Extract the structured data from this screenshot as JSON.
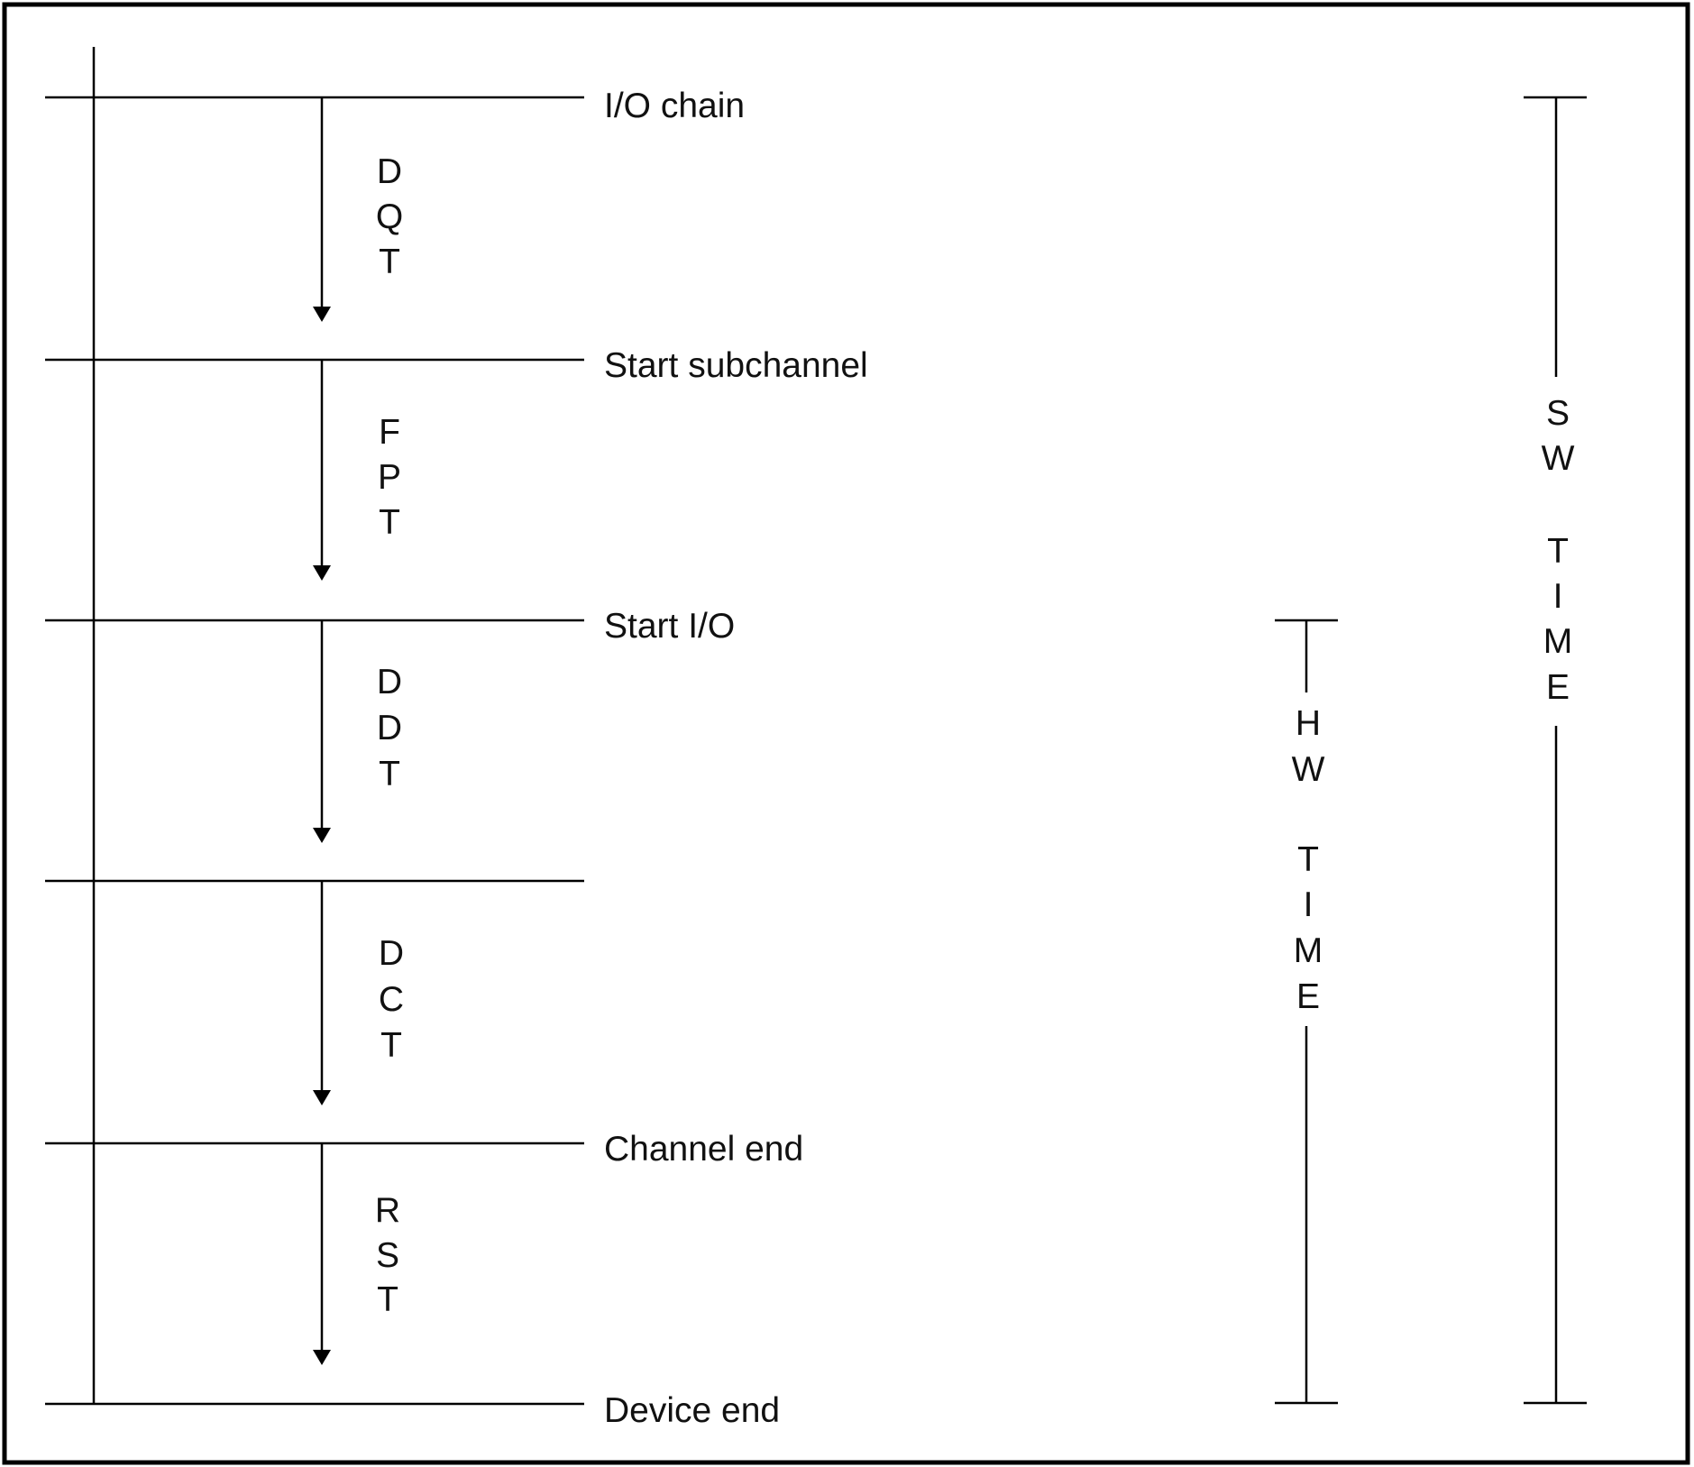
{
  "events": [
    {
      "label": "I/O chain"
    },
    {
      "label": "Start subchannel"
    },
    {
      "label": "Start I/O"
    },
    {
      "label": ""
    },
    {
      "label": "Channel end"
    },
    {
      "label": "Device end"
    }
  ],
  "intervals": [
    {
      "letters": [
        "D",
        "Q",
        "T"
      ]
    },
    {
      "letters": [
        "F",
        "P",
        "T"
      ]
    },
    {
      "letters": [
        "D",
        "D",
        "T"
      ]
    },
    {
      "letters": [
        "D",
        "C",
        "T"
      ]
    },
    {
      "letters": [
        "R",
        "S",
        "T"
      ]
    }
  ],
  "spans": [
    {
      "letters": [
        "H",
        "W",
        "",
        "T",
        "I",
        "M",
        "E"
      ],
      "from_event": 2,
      "to_event": 5
    },
    {
      "letters": [
        "S",
        "W",
        "",
        "T",
        "I",
        "M",
        "E"
      ],
      "from_event": 0,
      "to_event": 5
    }
  ]
}
